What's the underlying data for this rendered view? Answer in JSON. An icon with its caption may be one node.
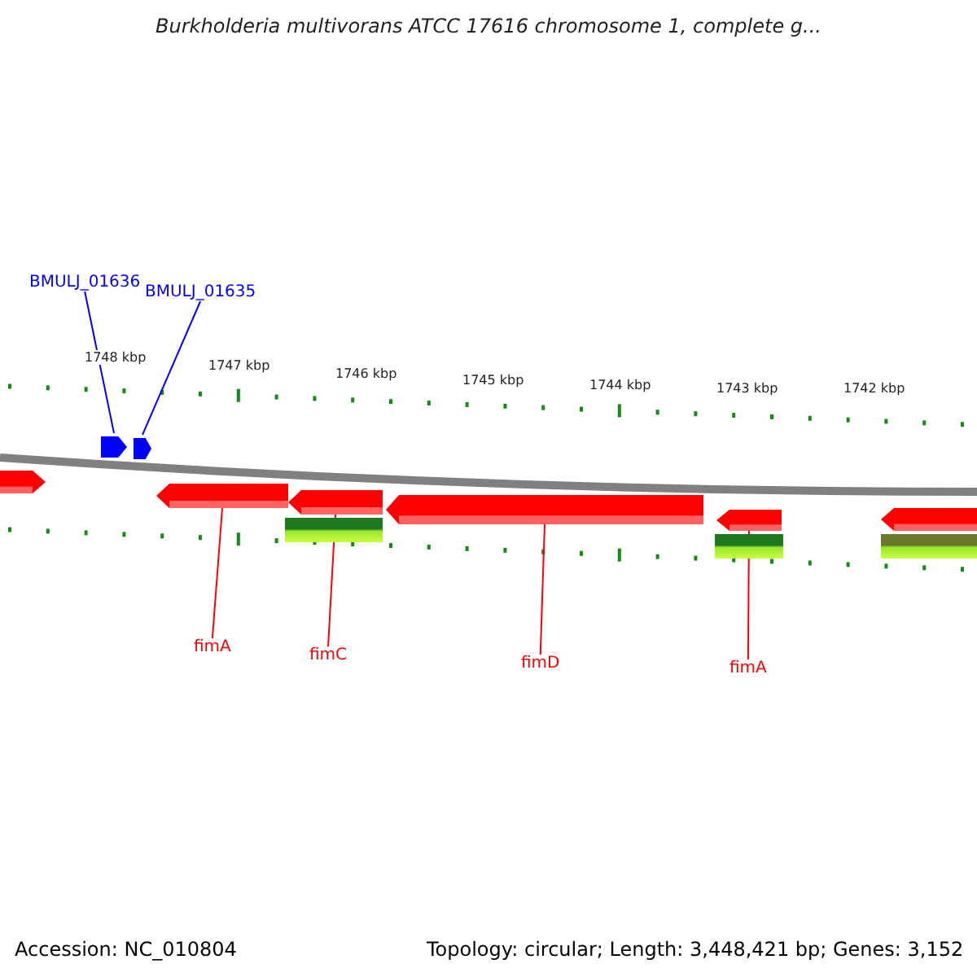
{
  "diagram": {
    "title": "Burkholderia multivorans ATCC 17616 chromosome 1, complete g...",
    "nodes": [
      {
        "text": [
          "BMULJ_01636"
        ]
      },
      {
        "text": [],
        "shape": "arrow"
      },
      {
        "text": [
          "BMULJ_01635"
        ]
      },
      {
        "text": [],
        "shape": "arrow"
      },
      {
        "text": [
          "fimA"
        ]
      },
      {
        "text": [],
        "shape": "arrow"
      },
      {
        "text": [
          "fimC"
        ]
      },
      {
        "text": [],
        "shape": "arrow"
      },
      {
        "text": [
          "fimD"
        ]
      },
      {
        "text": [],
        "shape": "arrow"
      },
      {
        "text": [
          "fimA"
        ]
      },
      {
        "text": [],
        "shape": "arrow"
      },
      {
        "text": [],
        "shape": "arrow"
      },
      {
        "text": [],
        "shape": "arrow"
      }
    ],
    "edges": [
      {
        "from": 0,
        "to": 1,
        "arrow": "none",
        "color": "#0000ff"
      },
      {
        "from": 2,
        "to": 3,
        "arrow": "none",
        "color": "#0000ff"
      },
      {
        "from": 4,
        "to": 5,
        "arrow": "none"
      },
      {
        "from": 6,
        "to": 7,
        "arrow": "none"
      },
      {
        "from": 8,
        "to": 9,
        "arrow": "none"
      },
      {
        "from": 10,
        "to": 11,
        "arrow": "none"
      }
    ],
    "labels": [
      "1748 kbp",
      "1747 kbp",
      "1746 kbp",
      "1745 kbp",
      "1744 kbp",
      "1743 kbp",
      "1742 kbp",
      "Accession: NC_010804",
      "Topology: circular; Length: 3,448,421 bp; Genes: 3,152"
    ]
  }
}
